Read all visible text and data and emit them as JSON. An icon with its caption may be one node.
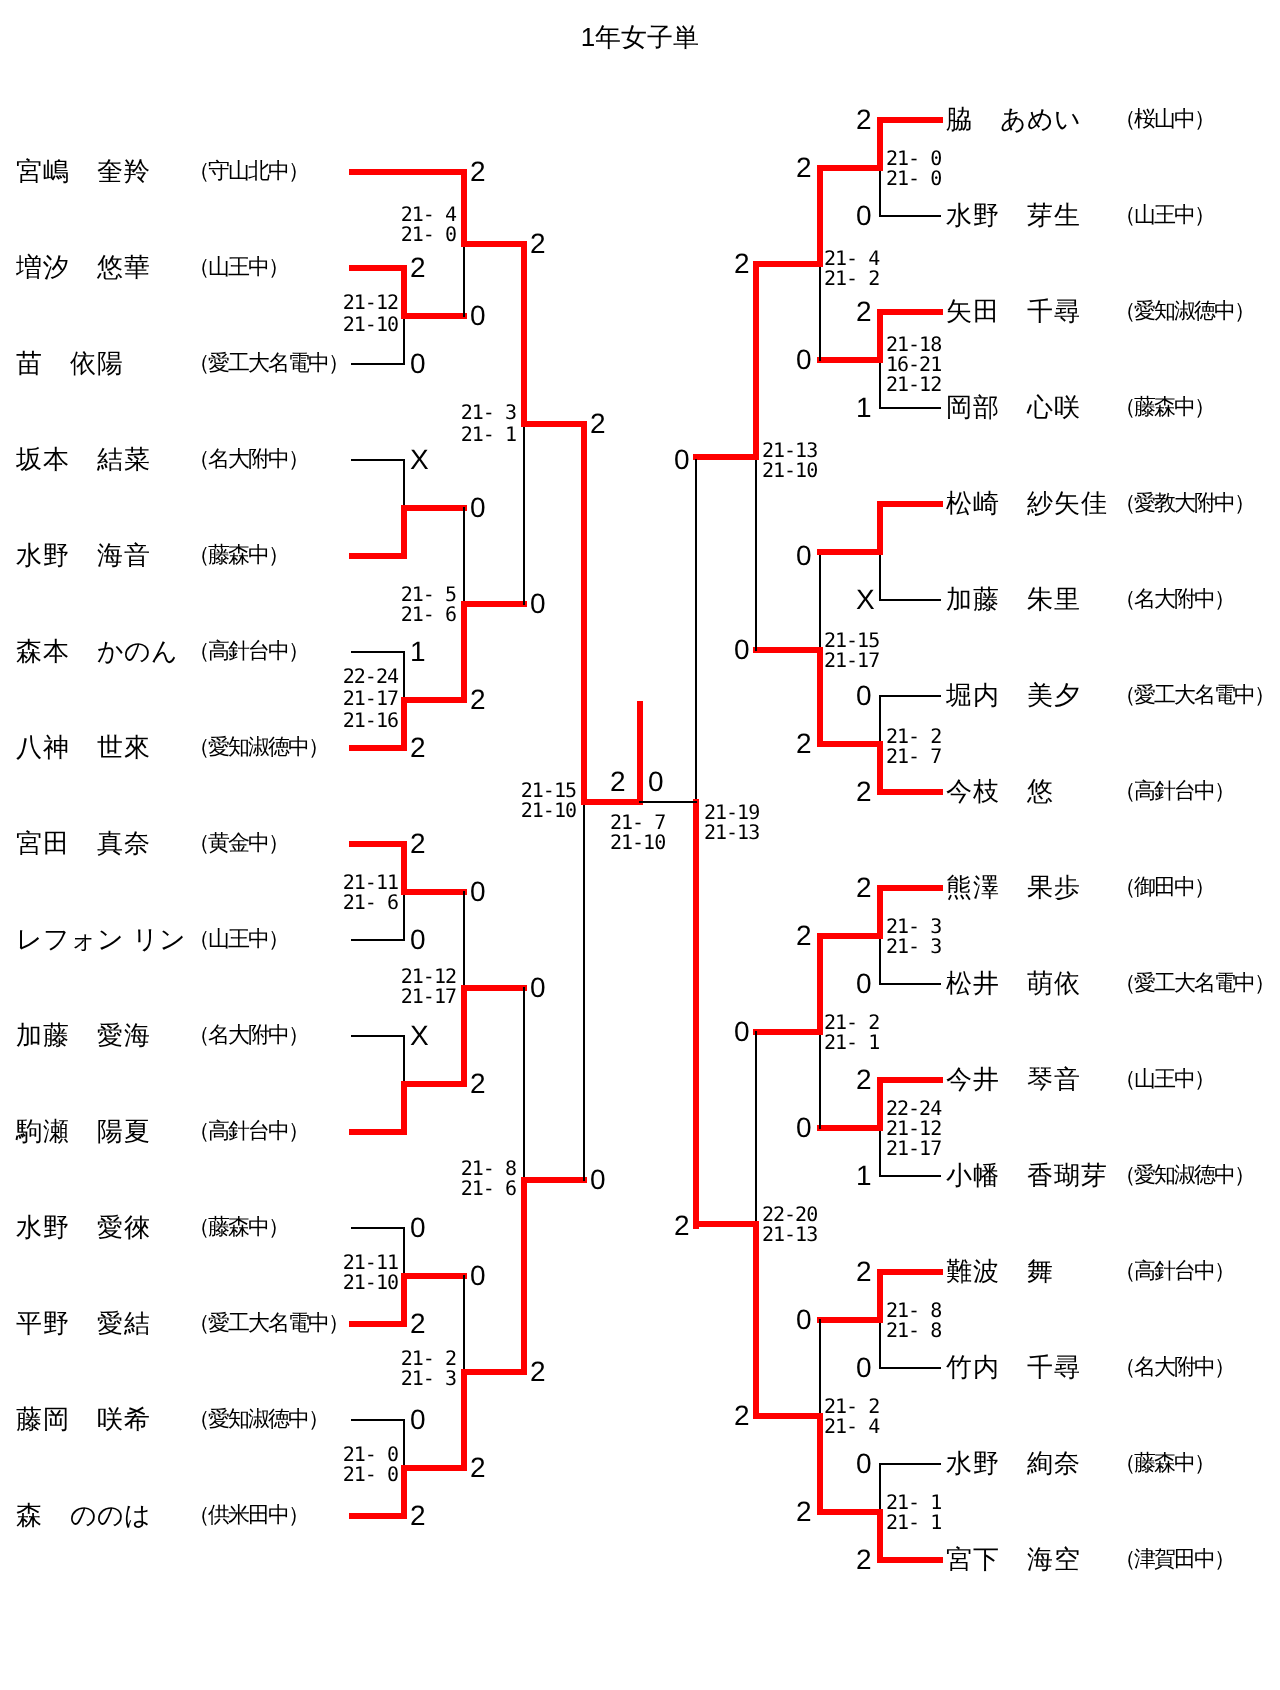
{
  "diagram": {
    "title": "1年女子単",
    "labels": [
      "宮嶋　奎羚",
      "（守山北中）",
      "増汐　悠華",
      "（山王中）",
      "苗　依陽",
      "（愛工大名電中）",
      "坂本　結菜",
      "（名大附中）",
      "水野　海音",
      "（藤森中）",
      "森本　かのん",
      "（高針台中）",
      "八神　世來",
      "（愛知淑徳中）",
      "宮田　真奈",
      "（黄金中）",
      "レフォン リン",
      "（山王中）",
      "加藤　愛海",
      "（名大附中）",
      "駒瀬　陽夏",
      "（高針台中）",
      "水野　愛徠",
      "（藤森中）",
      "平野　愛結",
      "（愛工大名電中）",
      "藤岡　咲希",
      "（愛知淑徳中）",
      "森　ののは",
      "（供米田中）",
      "2",
      "0",
      "X",
      "1",
      "2",
      "2",
      "0",
      "X",
      "0",
      "2",
      "0",
      "2",
      "2",
      "0",
      "0",
      "2",
      "0",
      "2",
      "0",
      "2",
      "2",
      "0",
      "0",
      "2",
      "2",
      "0",
      "2",
      "0",
      "21-12",
      "21-10",
      "21- 4",
      "21- 0",
      "21- 3",
      "21- 1",
      "21- 5",
      "21- 6",
      "22-24",
      "21-17",
      "21-16",
      "21-15",
      "21-10",
      "21-11",
      "21- 6",
      "21-12",
      "21-17",
      "21- 8",
      "21- 6",
      "21-11",
      "21-10",
      "21- 2",
      "21- 3",
      "21- 0",
      "21- 0",
      "21- 7",
      "21-10",
      "脇　あめい",
      "（桜山中）",
      "水野　芽生",
      "（山王中）",
      "矢田　千尋",
      "（愛知淑徳中）",
      "岡部　心咲",
      "（藤森中）",
      "松崎　紗矢佳",
      "（愛教大附中）",
      "加藤　朱里",
      "（名大附中）",
      "堀内　美夕",
      "（愛工大名電中）",
      "今枝　悠",
      "（高針台中）",
      "熊澤　果歩",
      "（御田中）",
      "松井　萌依",
      "（愛工大名電中）",
      "今井　琴音",
      "（山王中）",
      "小幡　香瑚芽",
      "（愛知淑徳中）",
      "難波　舞",
      "（高針台中）",
      "竹内　千尋",
      "（名大附中）",
      "水野　絢奈",
      "（藤森中）",
      "宮下　海空",
      "（津賀田中）",
      "2",
      "0",
      "2",
      "1",
      "X",
      "0",
      "2",
      "2",
      "0",
      "2",
      "1",
      "2",
      "0",
      "0",
      "2",
      "2",
      "0",
      "0",
      "2",
      "2",
      "0",
      "0",
      "2",
      "2",
      "0",
      "0",
      "2",
      "0",
      "2",
      "21- 0",
      "21- 0",
      "21- 4",
      "21- 2",
      "21-18",
      "16-21",
      "21-12",
      "21-13",
      "21-10",
      "21-15",
      "21-17",
      "21- 2",
      "21- 7",
      "21-19",
      "21-13",
      "21- 3",
      "21- 3",
      "21- 2",
      "21- 1",
      "22-24",
      "21-12",
      "21-17",
      "22-20",
      "21-13",
      "21- 8",
      "21- 8",
      "21- 2",
      "21- 4",
      "21- 1",
      "21- 1"
    ]
  }
}
